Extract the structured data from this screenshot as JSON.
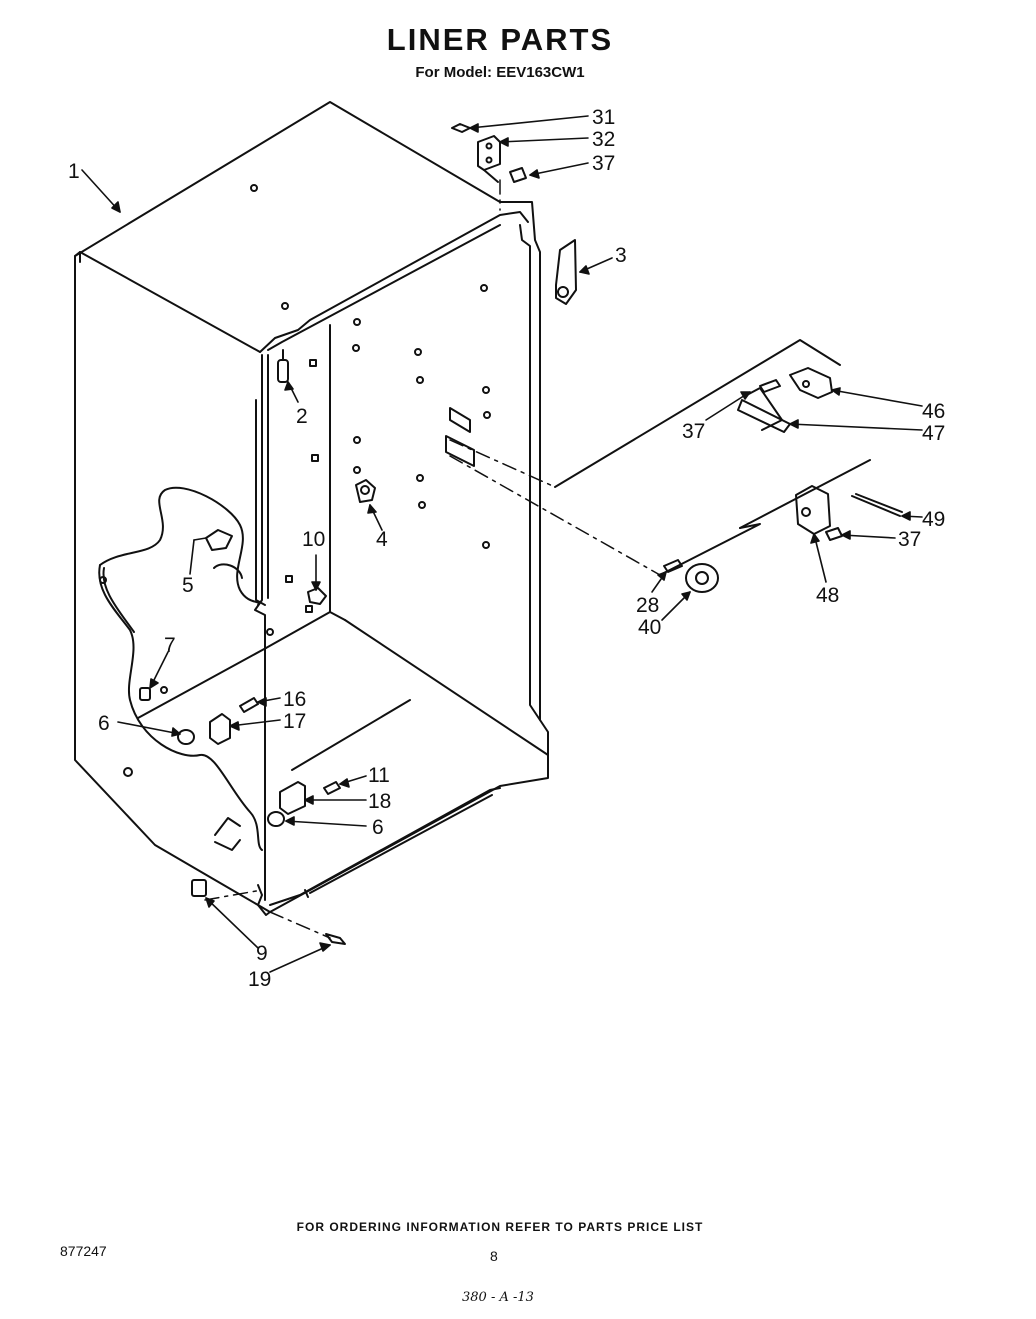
{
  "header": {
    "title": "LINER PARTS",
    "subtitle": "For Model: EEV163CW1"
  },
  "callouts": [
    "1",
    "2",
    "3",
    "4",
    "5",
    "6",
    "6",
    "7",
    "9",
    "10",
    "11",
    "16",
    "17",
    "18",
    "19",
    "28",
    "31",
    "32",
    "37",
    "37",
    "37",
    "40",
    "46",
    "47",
    "48",
    "49"
  ],
  "footer": {
    "ordering_note": "FOR ORDERING INFORMATION REFER TO PARTS PRICE LIST",
    "doc_number": "877247",
    "page_number": "8",
    "handwritten_code": "380 - A -13"
  }
}
